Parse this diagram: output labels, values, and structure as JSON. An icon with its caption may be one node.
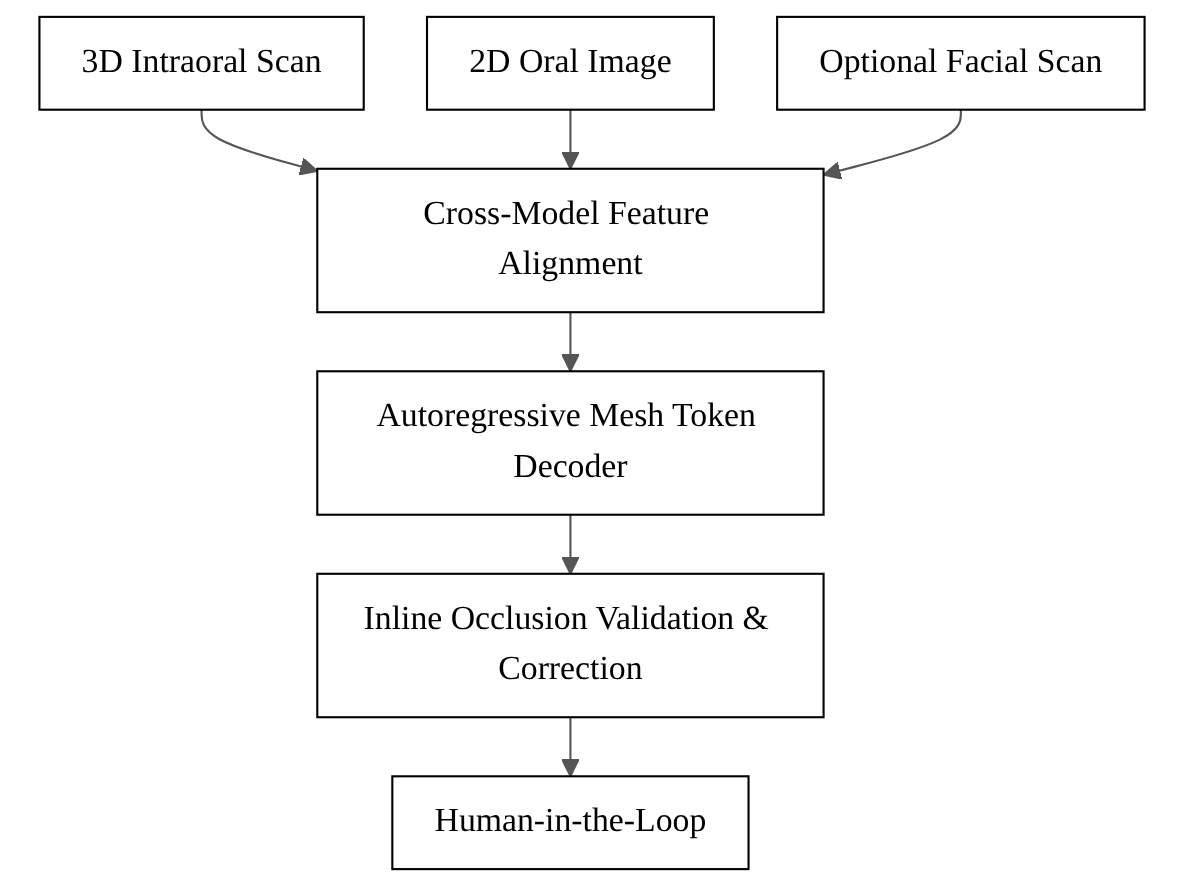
{
  "diagram": {
    "nodes": [
      {
        "text": [
          "3D Intraoral Scan"
        ]
      },
      {
        "text": [
          "2D Oral Image"
        ]
      },
      {
        "text": [
          "Optional Facial Scan"
        ]
      },
      {
        "text": [
          "Cross-Model Feature Alignment"
        ]
      },
      {
        "text": [
          "Autoregressive Mesh Token Decoder"
        ]
      },
      {
        "text": [
          "Inline Occlusion Validation & Correction"
        ]
      },
      {
        "text": [
          "Human-in-the-Loop"
        ]
      }
    ],
    "edges": [
      {
        "from": 0,
        "to": 3,
        "arrow": "to"
      },
      {
        "from": 1,
        "to": 3,
        "arrow": "to"
      },
      {
        "from": 2,
        "to": 3,
        "arrow": "to"
      },
      {
        "from": 3,
        "to": 4,
        "arrow": "to"
      },
      {
        "from": 4,
        "to": 5,
        "arrow": "to"
      },
      {
        "from": 5,
        "to": 6,
        "arrow": "to"
      }
    ]
  }
}
